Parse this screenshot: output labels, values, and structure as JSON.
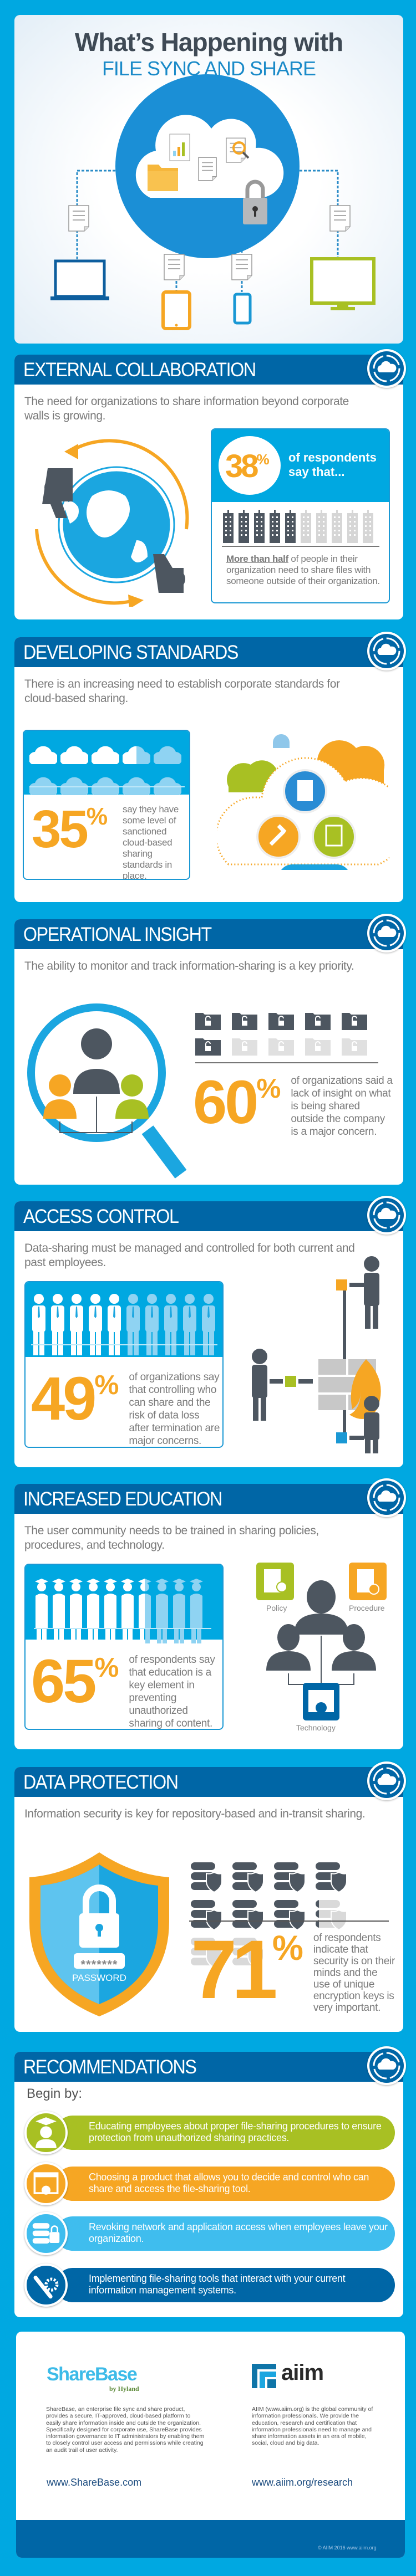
{
  "colors": {
    "background": "#00a8e1",
    "header": "#0066a6",
    "orange": "#f6a623",
    "green": "#a8c023",
    "dark": "#4d5660",
    "light_blue": "#8fd3f2"
  },
  "hero": {
    "title": "What’s Happening with",
    "subtitle": "FILE SYNC AND SHARE"
  },
  "sections": [
    {
      "title": "EXTERNAL COLLABORATION",
      "intro": "The need for organizations to share information beyond corporate walls is growing.",
      "stat": "38",
      "stat_caption": "of respondents say that...",
      "detail_bold": "More than half",
      "detail": " of people in their organization need to share files with someone outside of their organization.",
      "pictogram": {
        "icon": "building-icon",
        "total": 10,
        "filled": 5
      }
    },
    {
      "title": "DEVELOPING STANDARDS",
      "intro": "There is an increasing need to establish corporate standards for cloud-based sharing.",
      "stat": "35",
      "stat_text": "say they have some level of sanctioned cloud-based sharing standards in place.",
      "pictogram": {
        "icon": "cloud-icon",
        "total": 10,
        "filled": 3.5
      }
    },
    {
      "title": "OPERATIONAL INSIGHT",
      "intro": "The ability to monitor and track information-sharing is a key priority.",
      "stat": "60",
      "stat_text": "of organizations said a lack of insight on what is being shared outside the company is a major concern.",
      "pictogram": {
        "icon": "locked-folder-icon",
        "total": 10,
        "filled": 6
      }
    },
    {
      "title": "ACCESS CONTROL",
      "intro": "Data-sharing must be managed and controlled for both current and past employees.",
      "stat": "49",
      "stat_text": "of organizations say that controlling who can share and the risk of data loss after termination are major concerns.",
      "pictogram": {
        "icon": "employee-icon",
        "total": 10,
        "filled": 5
      }
    },
    {
      "title": "INCREASED EDUCATION",
      "intro": "The user community needs to be trained in sharing policies, procedures, and technology.",
      "stat": "65",
      "stat_text": "of respondents say that education is a key element in preventing unauthorized sharing of content.",
      "pictogram": {
        "icon": "graduate-icon",
        "total": 10,
        "filled": 6.5
      },
      "labels": {
        "policy": "Policy",
        "procedure": "Procedure",
        "technology": "Technology"
      }
    },
    {
      "title": "DATA PROTECTION",
      "intro": "Information security is key for repository-based and in-transit sharing.",
      "stat": "71",
      "stat_text": "of respondents indicate that security is on their minds and the use of unique encryption keys is very important.",
      "pictogram": {
        "icon": "secure-server-icon",
        "total": 10,
        "filled": 7.1
      },
      "password_mask": "*******",
      "password_label": "PASSWORD"
    },
    {
      "title": "RECOMMENDATIONS",
      "intro": "Begin by:",
      "items": [
        {
          "text": "Educating employees about proper file-sharing procedures to ensure protection from unauthorized sharing practices.",
          "icon": "graduate-icon",
          "color": "#a8c023"
        },
        {
          "text": "Choosing a product that allows you to decide and control who can share and access the file-sharing tool.",
          "icon": "app-settings-icon",
          "color": "#f6a623"
        },
        {
          "text": "Revoking network and application access when employees leave your organization.",
          "icon": "server-lock-icon",
          "color": "#3fbdee"
        },
        {
          "text": "Implementing file-sharing tools that interact with your current information management systems.",
          "icon": "wrench-gear-icon",
          "color": "#0066a6"
        }
      ]
    }
  ],
  "percent_sign": "%",
  "footer": {
    "sharebase": {
      "logo": "ShareBase",
      "byline": "by Hyland",
      "description": "ShareBase, an enterprise file sync and share product, provides a secure, IT-approved, cloud-based platform to easily share information inside and outside the organization. Specifically designed for corporate use, ShareBase provides information governance to IT administrators by enabling them to closely control user access and permissions while creating an audit trail of user activity.",
      "url": "www.ShareBase.com"
    },
    "aiim": {
      "logo": "aiim",
      "description": "AIIM (www.aiim.org) is the global community of information professionals. We provide the education, research and certification that information professionals need to manage and share information assets in an era of mobile, social, cloud and big data.",
      "url": "www.aiim.org/research"
    },
    "copyright": "© AIIM 2016 www.aiim.org"
  }
}
